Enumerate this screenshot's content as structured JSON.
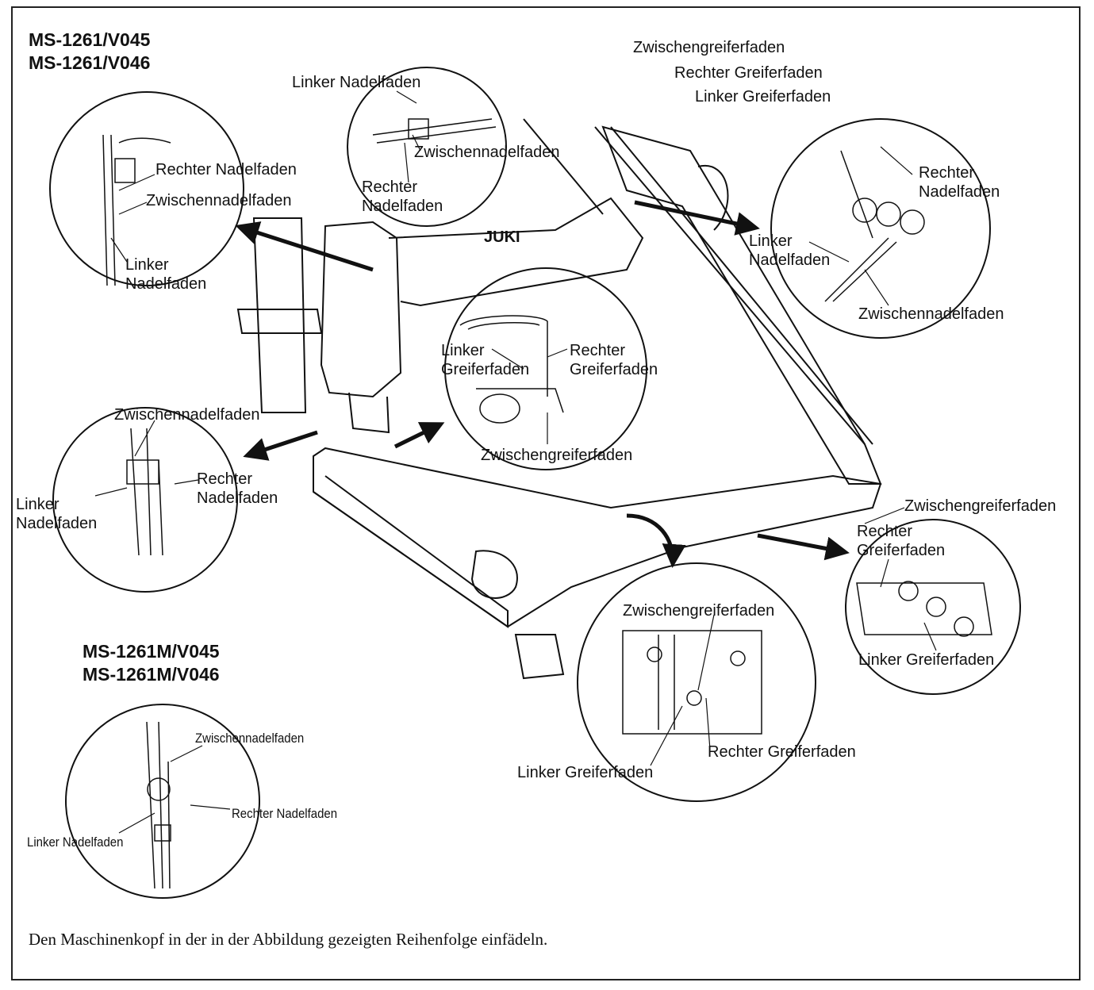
{
  "models_standard": [
    "MS-1261/V045",
    "MS-1261/V046"
  ],
  "models_m": [
    "MS-1261M/V045",
    "MS-1261M/V046"
  ],
  "machine_brand": "JUKI",
  "labels": {
    "top_left_circle": {
      "rechter_nadelfaden": "Rechter Nadelfaden",
      "zwischennadelfaden": "Zwischennadelfaden",
      "linker_nadelfaden": "Linker\nNadelfaden"
    },
    "top_middle_circle": {
      "linker_nadelfaden": "Linker Nadelfaden",
      "zwischennadelfaden": "Zwischennadelfaden",
      "rechter_nadelfaden": "Rechter\nNadelfaden"
    },
    "top_right": {
      "zwischengreiferfaden": "Zwischengreiferfaden",
      "rechter_greiferfaden": "Rechter Greiferfaden",
      "linker_greiferfaden": "Linker Greiferfaden"
    },
    "right_circle": {
      "rechter_nadelfaden": "Rechter\nNadelfaden",
      "linker_nadelfaden": "Linker\nNadelfaden",
      "zwischennadelfaden": "Zwischennadelfaden"
    },
    "center_circle": {
      "linker_greiferfaden": "Linker\nGreiferfaden",
      "rechter_greiferfaden": "Rechter\nGreiferfaden",
      "zwischengreiferfaden": "Zwischengreiferfaden"
    },
    "left_middle_circle": {
      "zwischennadelfaden": "Zwischennadelfaden",
      "rechter_nadelfaden": "Rechter\nNadelfaden",
      "linker_nadelfaden": "Linker\nNadelfaden"
    },
    "bottom_right_circle": {
      "zwischengreiferfaden": "Zwischengreiferfaden",
      "rechter_greiferfaden": "Rechter\nGreiferfaden",
      "linker_greiferfaden": "Linker Greiferfaden"
    },
    "bottom_center_circle": {
      "zwischengreiferfaden": "Zwischengreiferfaden",
      "rechter_greiferfaden": "Rechter Greiferfaden",
      "linker_greiferfaden": "Linker Greiferfaden"
    },
    "bottom_left_circle": {
      "zwischennadelfaden": "Zwischennadelfaden",
      "rechter_nadelfaden": "Rechter Nadelfaden",
      "linker_nadelfaden": "Linker Nadelfaden"
    }
  },
  "caption": "Den Maschinenkopf in der in der Abbildung gezeigten Reihenfolge einfädeln.",
  "colors": {
    "ink": "#111111",
    "paper": "#ffffff"
  }
}
